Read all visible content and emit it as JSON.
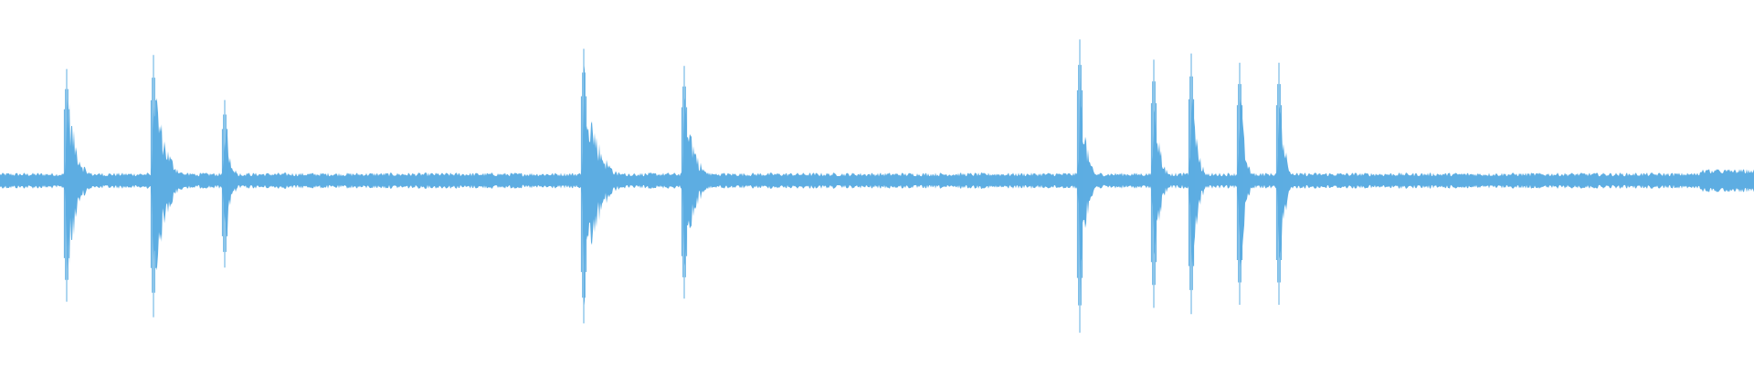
{
  "waveform": {
    "color": "#5dade2",
    "background": "#ffffff",
    "duration_s": 1920,
    "baseline_amplitude": 0.04,
    "tail_amplitude": 0.06,
    "transients": [
      {
        "t": 73,
        "peak": 0.72,
        "down": 0.78,
        "decay": 10
      },
      {
        "t": 168,
        "peak": 0.81,
        "down": 0.88,
        "decay": 12
      },
      {
        "t": 246,
        "peak": 0.52,
        "down": 0.56,
        "decay": 6
      },
      {
        "t": 639,
        "peak": 0.85,
        "down": 0.92,
        "decay": 14
      },
      {
        "t": 749,
        "peak": 0.74,
        "down": 0.76,
        "decay": 10
      },
      {
        "t": 1182,
        "peak": 0.91,
        "down": 0.98,
        "decay": 6
      },
      {
        "t": 1263,
        "peak": 0.78,
        "down": 0.82,
        "decay": 6
      },
      {
        "t": 1304,
        "peak": 0.82,
        "down": 0.86,
        "decay": 6
      },
      {
        "t": 1357,
        "peak": 0.76,
        "down": 0.8,
        "decay": 5
      },
      {
        "t": 1400,
        "peak": 0.76,
        "down": 0.8,
        "decay": 6
      }
    ]
  }
}
